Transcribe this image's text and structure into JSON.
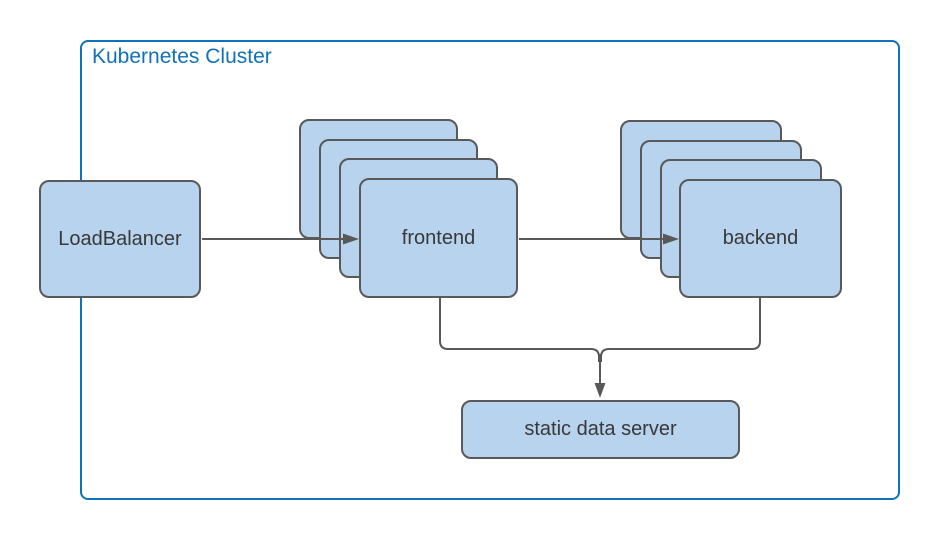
{
  "diagram": {
    "cluster": {
      "label": "Kubernetes Cluster"
    },
    "nodes": {
      "load_balancer": {
        "label": "LoadBalancer"
      },
      "frontend": {
        "label": "frontend",
        "stack_count": 4
      },
      "backend": {
        "label": "backend",
        "stack_count": 4
      },
      "static_data_server": {
        "label": "static data server"
      }
    },
    "edges": [
      {
        "from": "LoadBalancer",
        "to": "frontend",
        "arrow": true
      },
      {
        "from": "frontend",
        "to": "backend",
        "arrow": true
      },
      {
        "from": "frontend",
        "to": "static data server",
        "arrow": true
      },
      {
        "from": "backend",
        "to": "static data server",
        "arrow": true
      }
    ],
    "colors": {
      "node_fill": "#b7d3ed",
      "node_border": "#595959",
      "cluster_border": "#1072b8",
      "cluster_label": "#1072b8",
      "connector": "#595959",
      "text": "#383838"
    }
  }
}
